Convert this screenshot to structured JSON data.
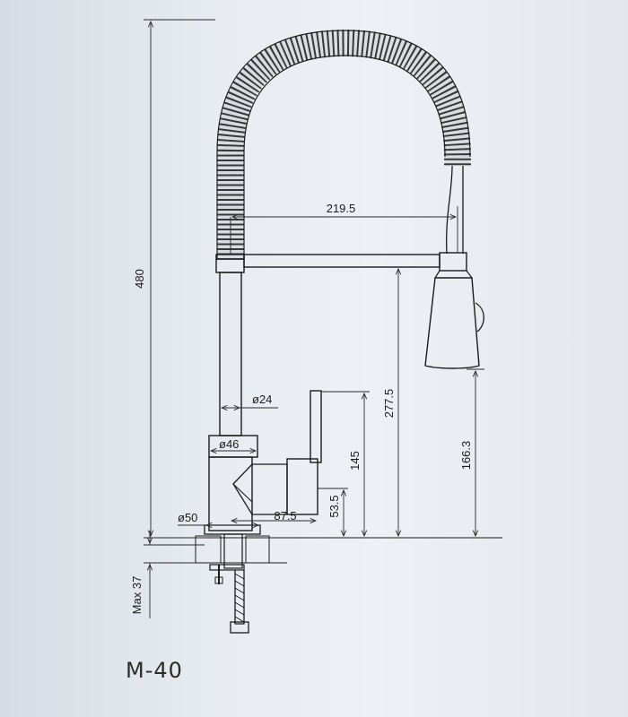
{
  "model": "M-40",
  "dimensions": {
    "total_height": "480",
    "spout_reach": "219.5",
    "spout_height": "277.5",
    "spray_height": "166.3",
    "body_height": "145",
    "lever_height": "53.5",
    "lever_reach": "87.5",
    "tube_diameter": "ø24",
    "body_diameter": "ø46",
    "base_diameter": "ø50",
    "mount_thickness": "Max 37"
  },
  "colors": {
    "line": "#1b1b1b",
    "background": "#e8ecf1"
  }
}
